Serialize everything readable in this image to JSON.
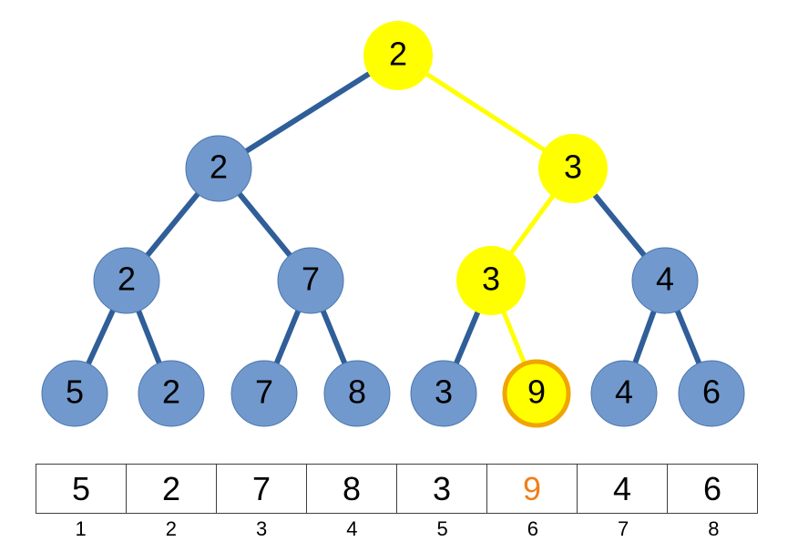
{
  "tree": {
    "nodes": [
      {
        "id": "n1",
        "label": "2",
        "state": "highlight"
      },
      {
        "id": "n2",
        "label": "2",
        "state": "normal"
      },
      {
        "id": "n3",
        "label": "3",
        "state": "highlight"
      },
      {
        "id": "n4",
        "label": "2",
        "state": "normal"
      },
      {
        "id": "n5",
        "label": "7",
        "state": "normal"
      },
      {
        "id": "n6",
        "label": "3",
        "state": "highlight"
      },
      {
        "id": "n7",
        "label": "4",
        "state": "normal"
      },
      {
        "id": "l1",
        "label": "5",
        "state": "normal"
      },
      {
        "id": "l2",
        "label": "2",
        "state": "normal"
      },
      {
        "id": "l3",
        "label": "7",
        "state": "normal"
      },
      {
        "id": "l4",
        "label": "8",
        "state": "normal"
      },
      {
        "id": "l5",
        "label": "3",
        "state": "normal"
      },
      {
        "id": "l6",
        "label": "9",
        "state": "selected"
      },
      {
        "id": "l7",
        "label": "4",
        "state": "normal"
      },
      {
        "id": "l8",
        "label": "6",
        "state": "normal"
      }
    ],
    "edges": [
      {
        "from": "n1",
        "to": "n2",
        "state": "normal"
      },
      {
        "from": "n1",
        "to": "n3",
        "state": "highlight"
      },
      {
        "from": "n2",
        "to": "n4",
        "state": "normal"
      },
      {
        "from": "n2",
        "to": "n5",
        "state": "normal"
      },
      {
        "from": "n3",
        "to": "n6",
        "state": "highlight"
      },
      {
        "from": "n3",
        "to": "n7",
        "state": "normal"
      },
      {
        "from": "n4",
        "to": "l1",
        "state": "normal"
      },
      {
        "from": "n4",
        "to": "l2",
        "state": "normal"
      },
      {
        "from": "n5",
        "to": "l3",
        "state": "normal"
      },
      {
        "from": "n5",
        "to": "l4",
        "state": "normal"
      },
      {
        "from": "n6",
        "to": "l5",
        "state": "normal"
      },
      {
        "from": "n6",
        "to": "l6",
        "state": "highlight"
      },
      {
        "from": "n7",
        "to": "l7",
        "state": "normal"
      },
      {
        "from": "n7",
        "to": "l8",
        "state": "normal"
      }
    ]
  },
  "array": {
    "values": [
      "5",
      "2",
      "7",
      "8",
      "3",
      "9",
      "4",
      "6"
    ],
    "indices": [
      "1",
      "2",
      "3",
      "4",
      "5",
      "6",
      "7",
      "8"
    ],
    "highlight_index": 5
  },
  "colors": {
    "node_fill": "#7199cd",
    "node_stroke": "#4a76ad",
    "edge": "#2f5e98",
    "highlight": "#ffff00",
    "selected_ring": "#f0a500",
    "highlight_text": "#f07f1a"
  }
}
